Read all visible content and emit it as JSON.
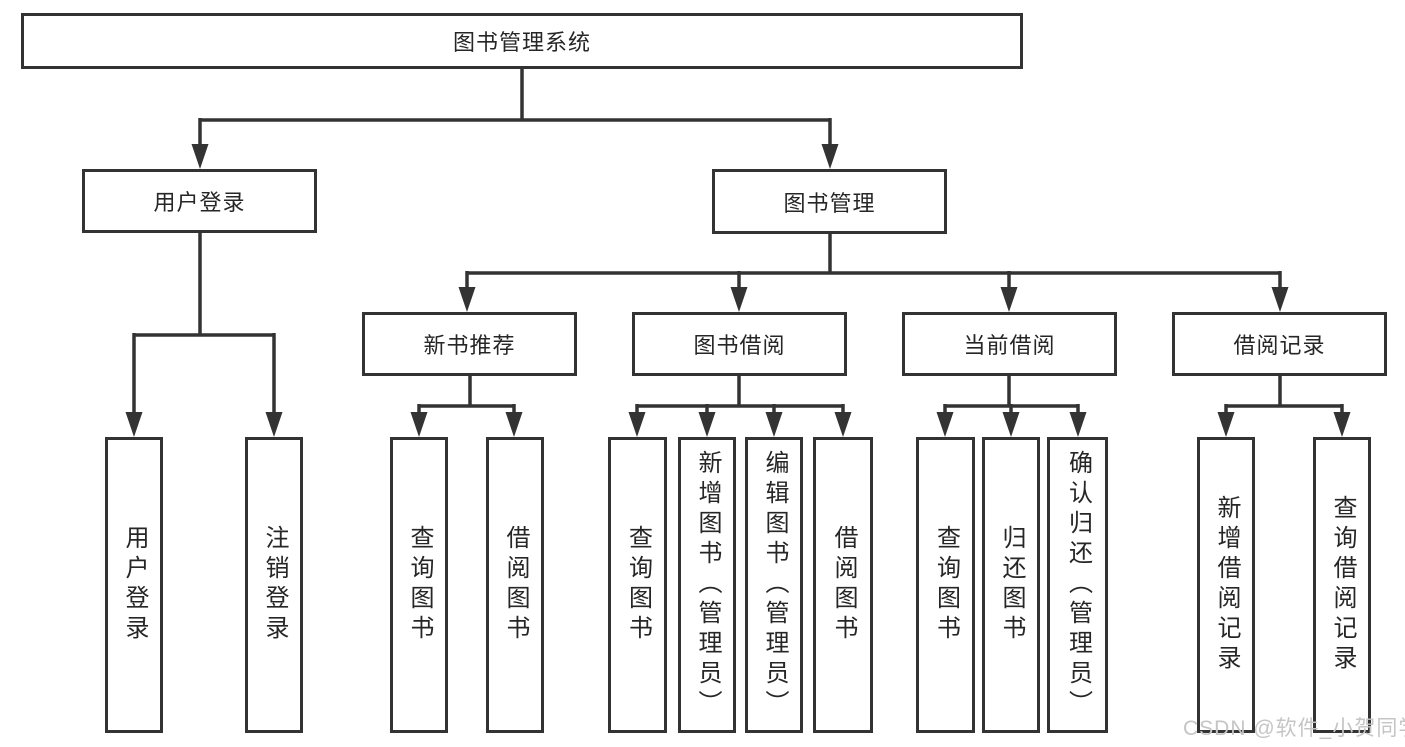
{
  "tree": {
    "root": {
      "label": "图书管理系统"
    },
    "branches": [
      {
        "label": "用户登录",
        "leaves": [
          "用户登录",
          "注销登录"
        ]
      },
      {
        "label": "图书管理",
        "sub_branches": [
          {
            "label": "新书推荐",
            "leaves": [
              "查询图书",
              "借阅图书"
            ]
          },
          {
            "label": "图书借阅",
            "leaves": [
              "查询图书",
              "新增图书（管理员）",
              "编辑图书（管理员）",
              "借阅图书"
            ]
          },
          {
            "label": "当前借阅",
            "leaves": [
              "查询图书",
              "归还图书",
              "确认归还（管理员）"
            ]
          },
          {
            "label": "借阅记录",
            "leaves": [
              "新增借阅记录",
              "查询借阅记录"
            ]
          }
        ]
      }
    ]
  },
  "watermark": {
    "text": "CSDN @软件_小贺同学"
  },
  "colors": {
    "line": "#333333",
    "text": "#262626",
    "box_background": "#ffffff",
    "page_background": "#ffffff",
    "watermark": "#c5c5c5"
  }
}
